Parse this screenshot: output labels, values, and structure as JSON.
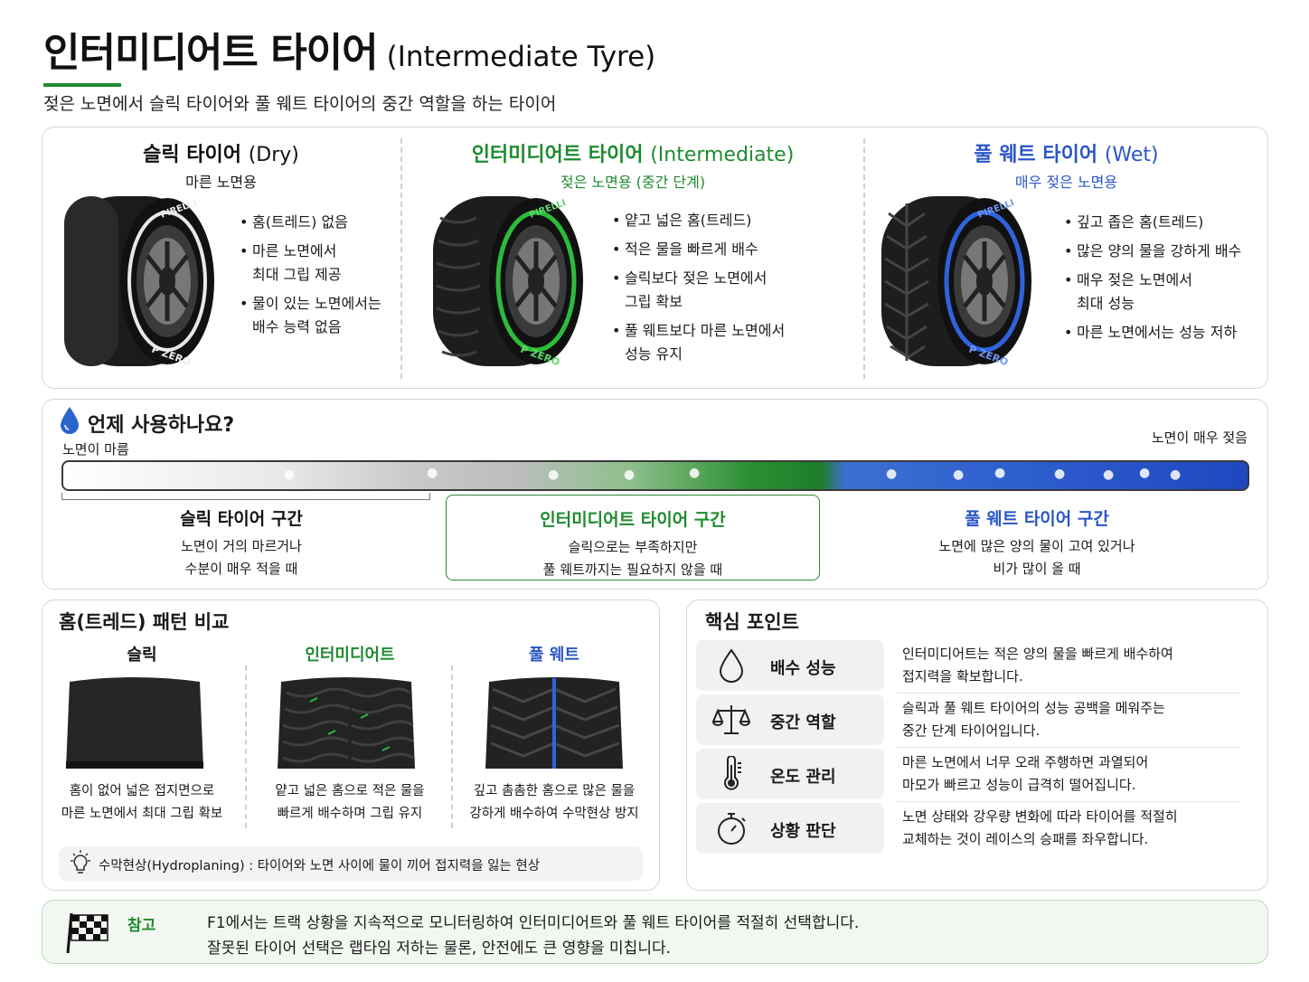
{
  "header": {
    "title": "인터미디어트 타이어",
    "title_en": "(Intermediate Tyre)",
    "subtitle": "젖은 노면에서 슬릭 타이어와 풀 웨트 타이어의 중간 역할을 하는 타이어"
  },
  "types": [
    {
      "title": "슬릭 타이어",
      "title_en": "(Dry)",
      "subtitle": "마른 노면용",
      "color": "#111111",
      "bullets": [
        "홈(트레드) 없음",
        "마른 노면에서\n최대 그립 제공",
        "물이 있는 노면에서는\n배수 능력 없음"
      ],
      "tyre_brand": "PIRELLI",
      "tyre_model": "P ZERO"
    },
    {
      "title": "인터미디어트 타이어",
      "title_en": "(Intermediate)",
      "subtitle": "젖은 노면용 (중간 단계)",
      "color": "#1f8a2f",
      "bullets": [
        "얕고 넓은 홈(트레드)",
        "적은 물을 빠르게 배수",
        "슬릭보다 젖은 노면에서\n그립 확보",
        "풀 웨트보다 마른 노면에서\n성능 유지"
      ],
      "tyre_brand": "PIRELLI",
      "tyre_model": "P ZERO"
    },
    {
      "title": "풀 웨트 타이어",
      "title_en": "(Wet)",
      "subtitle": "매우 젖은 노면용",
      "color": "#2a56c6",
      "bullets": [
        "깊고 좁은 홈(트레드)",
        "많은 양의 물을 강하게 배수",
        "매우 젖은 노면에서\n최대 성능",
        "마른 노면에서는 성능 저하"
      ],
      "tyre_brand": "PIRELLI",
      "tyre_model": "P ZERO"
    }
  ],
  "when": {
    "title": "언제 사용하나요?",
    "dry_label": "노면이 마름",
    "wet_label": "노면이 매우 젖음",
    "zones": [
      {
        "title": "슬릭 타이어 구간",
        "desc": "노면이 거의 마르거나\n수분이 매우 적을 때",
        "color": "#111111"
      },
      {
        "title": "인터미디어트 타이어 구간",
        "desc": "슬릭으로는 부족하지만\n풀 웨트까지는 필요하지 않을 때",
        "color": "#1f8a2f"
      },
      {
        "title": "풀 웨트 타이어 구간",
        "desc": "노면에 많은 양의 물이 고여 있거나\n비가 많이 올 때",
        "color": "#2a56c6"
      }
    ]
  },
  "tread": {
    "title": "홈(트레드) 패턴 비교",
    "items": [
      {
        "title": "슬릭",
        "desc": "홈이 없어 넓은 접지면으로\n마른 노면에서 최대 그립 확보",
        "color": "#111111"
      },
      {
        "title": "인터미디어트",
        "desc": "얕고 넓은 홈으로 적은 물을\n빠르게 배수하며 그립 유지",
        "color": "#1f8a2f"
      },
      {
        "title": "풀 웨트",
        "desc": "깊고 촘촘한 홈으로 많은 물을\n강하게 배수하여 수막현상 방지",
        "color": "#2a56c6"
      }
    ],
    "tip": "수막현상(Hydroplaning) : 타이어와 노면 사이에 물이 끼어 접지력을 잃는 현상"
  },
  "points": {
    "title": "핵심 포인트",
    "items": [
      {
        "icon": "water-drop-icon",
        "label": "배수 성능",
        "desc": "인터미디어트는 적은 양의 물을 빠르게 배수하여\n접지력을 확보합니다."
      },
      {
        "icon": "balance-scale-icon",
        "label": "중간 역할",
        "desc": "슬릭과 풀 웨트 타이어의 성능 공백을 메워주는\n중간 단계 타이어입니다."
      },
      {
        "icon": "thermometer-icon",
        "label": "온도 관리",
        "desc": "마른 노면에서 너무 오래 주행하면 과열되어\n마모가 빠르고 성능이 급격히 떨어집니다."
      },
      {
        "icon": "stopwatch-icon",
        "label": "상황 판단",
        "desc": "노면 상태와 강우량 변화에 따라 타이어를 적절히\n교체하는 것이 레이스의 승패를 좌우합니다."
      }
    ]
  },
  "note": {
    "label": "참고",
    "text": "F1에서는 트랙 상황을 지속적으로 모니터링하여 인터미디어트와 풀 웨트 타이어를 적절히 선택합니다.\n잘못된 타이어 선택은 랩타임 저하는 물론, 안전에도 큰 영향을 미칩니다."
  }
}
